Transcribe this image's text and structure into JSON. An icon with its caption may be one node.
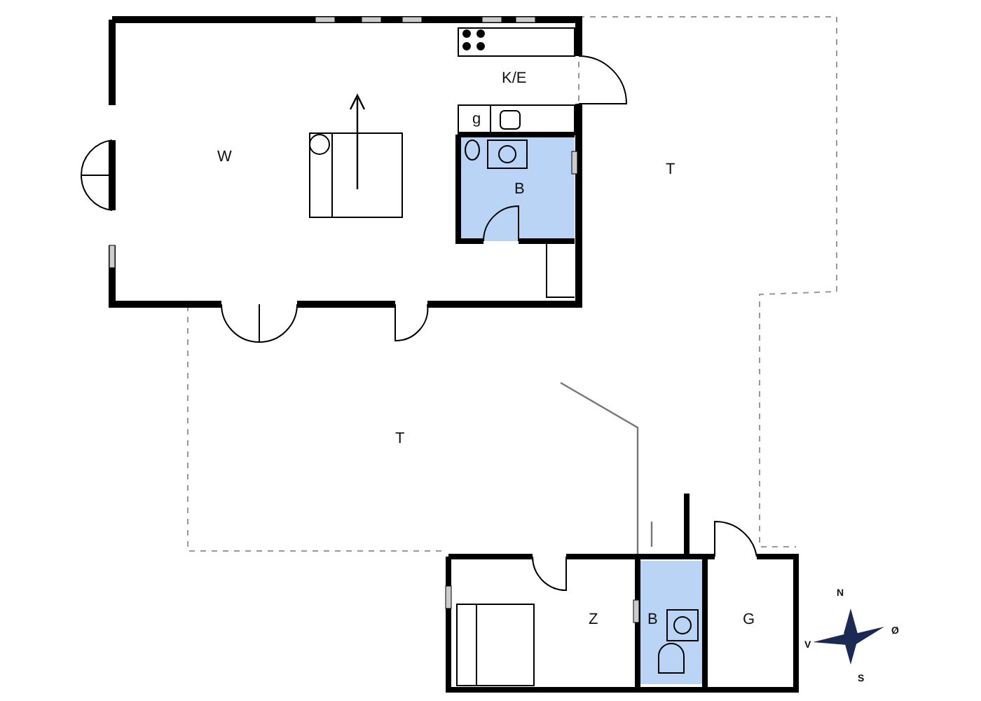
{
  "diagram": {
    "labels": [
      "K/E",
      "g",
      "W",
      "T",
      "B",
      "T",
      "Z",
      "B",
      "G",
      "N",
      "Ø",
      "V",
      "S"
    ]
  }
}
